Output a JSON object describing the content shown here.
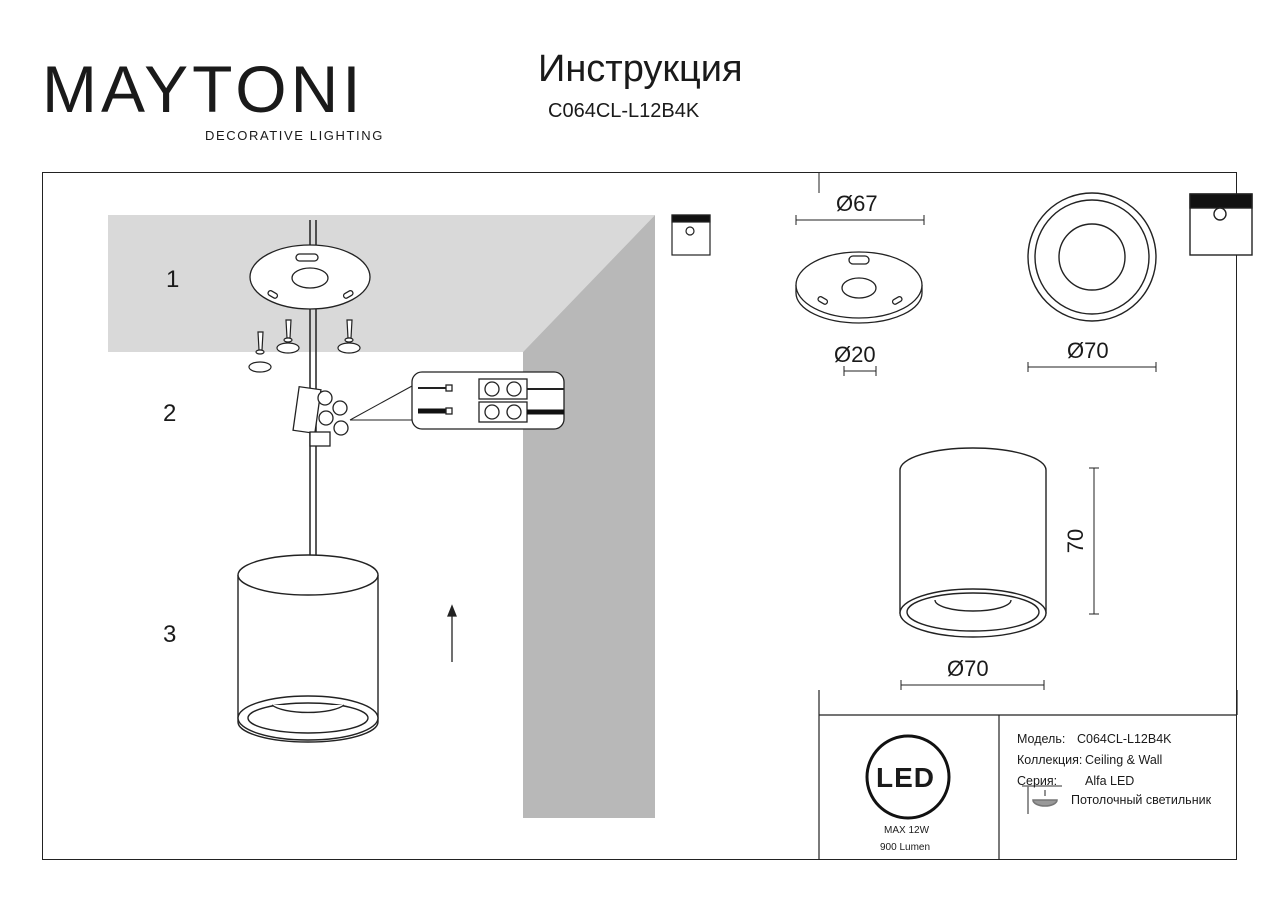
{
  "brand": {
    "logo_text": "MAYTONI",
    "tagline": "DECORATIVE LIGHTING",
    "accent_color": "#6b1a55"
  },
  "header": {
    "title": "Инструкция",
    "model": "C064CL-L12B4K"
  },
  "steps": [
    "1",
    "2",
    "3"
  ],
  "dimensions": {
    "mount_diameter": "Ø67",
    "hole_diameter": "Ø20",
    "top_diameter": "Ø70",
    "body_diameter": "Ø70",
    "height": "70"
  },
  "badge": {
    "label": "LED",
    "power": "MAX 12W",
    "lumen": "900 Lumen"
  },
  "specs": {
    "model_label": "Модель:",
    "model_value": "C064CL-L12B4K",
    "collection_label": "Коллекция:",
    "collection_value": "Ceiling & Wall",
    "series_label": "Серия:",
    "series_value": "Alfa LED",
    "type_value": "Потолочный светильник"
  },
  "icons": [
    "ceiling-mount-icon",
    "screw-icon",
    "terminal-block-icon",
    "up-arrow-icon",
    "ceiling-lamp-icon"
  ]
}
